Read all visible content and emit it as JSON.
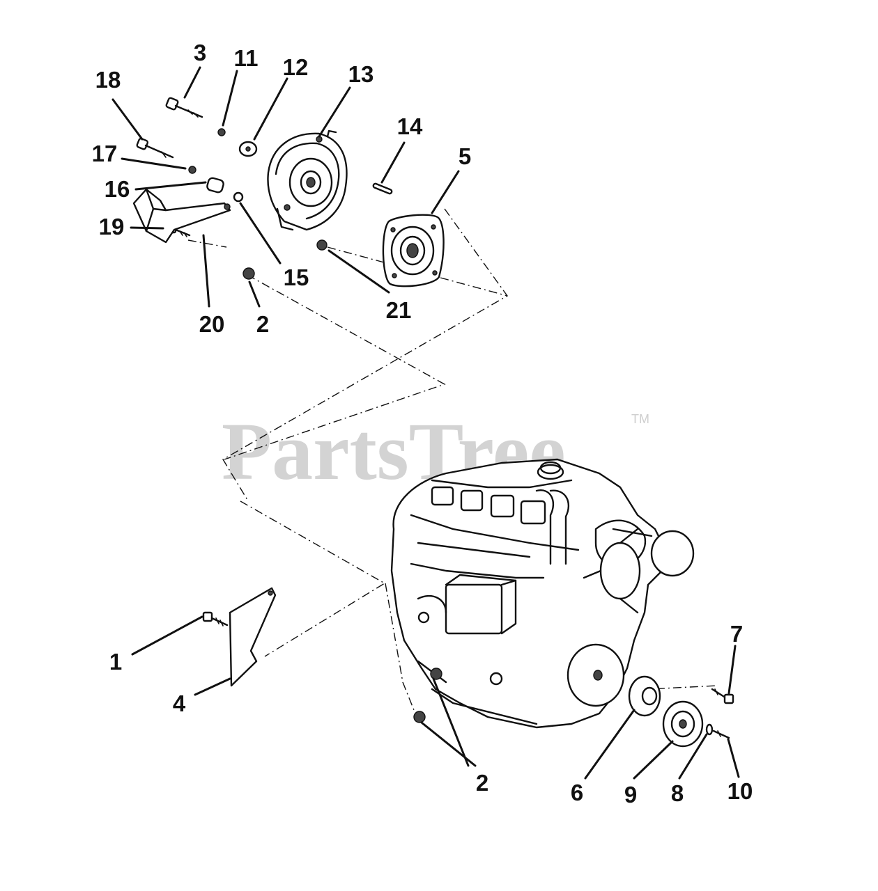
{
  "watermark": {
    "text": "PartsTree",
    "trademark": "TM"
  },
  "callouts": {
    "c1": "1",
    "c2a": "2",
    "c2b": "2",
    "c3": "3",
    "c4": "4",
    "c5": "5",
    "c6": "6",
    "c7": "7",
    "c8": "8",
    "c9": "9",
    "c10": "10",
    "c11": "11",
    "c12": "12",
    "c13": "13",
    "c14": "14",
    "c15": "15",
    "c16": "16",
    "c17": "17",
    "c18": "18",
    "c19": "19",
    "c20": "20",
    "c21": "21"
  },
  "colors": {
    "ink": "#111111",
    "watermark": "#d3d3d3",
    "background": "#ffffff"
  }
}
